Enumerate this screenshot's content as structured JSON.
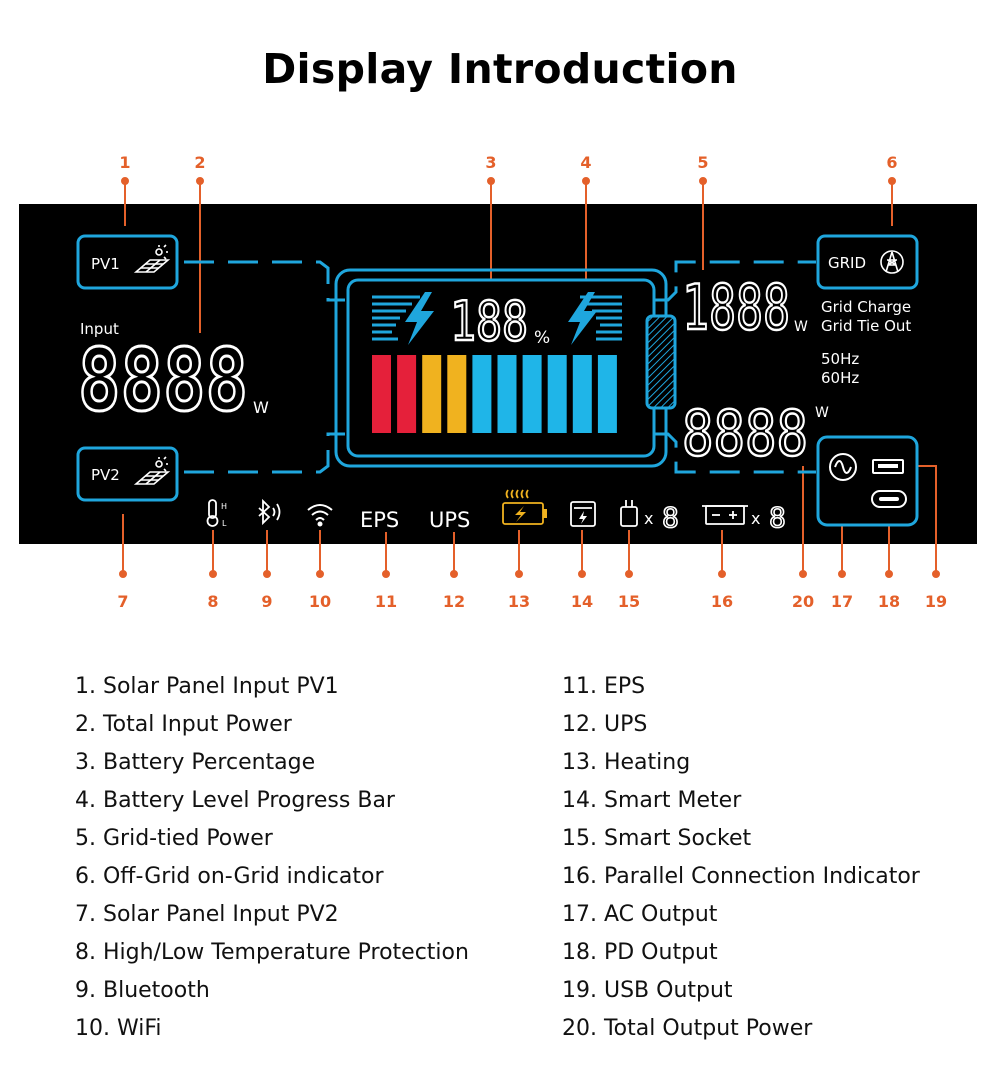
{
  "title": "Display Introduction",
  "colors": {
    "panel": "#000000",
    "outline": "#1fa6dd",
    "callout": "#e4602a",
    "bar_red": "#e5203a",
    "bar_yellow": "#f0b21f",
    "bar_blue": "#1fb5e8",
    "heating": "#f0b21f"
  },
  "display": {
    "pv1": "PV1",
    "pv2": "PV2",
    "input_label": "Input",
    "input_digits": "8888",
    "unit_w": "W",
    "battery_digits": "188",
    "percent": "%",
    "grid": "GRID",
    "grid_charge": "Grid Charge",
    "grid_tie_out": "Grid Tie Out",
    "hz50": "50Hz",
    "hz60": "60Hz",
    "grid_power_digits": "1888",
    "output_digits": "8888",
    "eps": "EPS",
    "ups": "UPS",
    "temp_h": "H",
    "temp_l": "L",
    "times": "x",
    "socket_count": "8",
    "parallel_count": "8",
    "battery_level": {
      "segments": 10,
      "colors": [
        "red",
        "red",
        "yellow",
        "yellow",
        "blue",
        "blue",
        "blue",
        "blue",
        "blue",
        "blue"
      ]
    }
  },
  "icons": {
    "pv1": "solar-panel-icon",
    "pv2": "solar-panel-icon",
    "grid": "transmission-tower-icon",
    "temperature": "thermometer-icon",
    "bluetooth": "bluetooth-icon",
    "wifi": "wifi-icon",
    "heating": "heating-battery-icon",
    "smart_meter": "smart-meter-icon",
    "smart_socket": "plug-icon",
    "parallel": "battery-icon",
    "ac": "ac-wave-icon",
    "usb": "usb-port-icon",
    "usb_c": "usb-c-port-icon",
    "charge": "lightning-icon"
  },
  "callouts": [
    "1",
    "2",
    "3",
    "4",
    "5",
    "6",
    "7",
    "8",
    "9",
    "10",
    "11",
    "12",
    "13",
    "14",
    "15",
    "16",
    "20",
    "17",
    "18",
    "19"
  ],
  "legend_left": [
    "1. Solar Panel Input PV1",
    "2. Total Input Power",
    "3. Battery Percentage",
    "4. Battery Level Progress Bar",
    "5. Grid-tied Power",
    "6. Off-Grid on-Grid indicator",
    "7. Solar Panel Input PV2",
    "8. High/Low Temperature Protection",
    "9. Bluetooth",
    "10. WiFi"
  ],
  "legend_right": [
    "11. EPS",
    "12. UPS",
    "13. Heating",
    "14. Smart Meter",
    "15. Smart Socket",
    "16. Parallel Connection Indicator",
    "17. AC Output",
    "18. PD Output",
    "19. USB Output",
    "20. Total Output Power"
  ]
}
